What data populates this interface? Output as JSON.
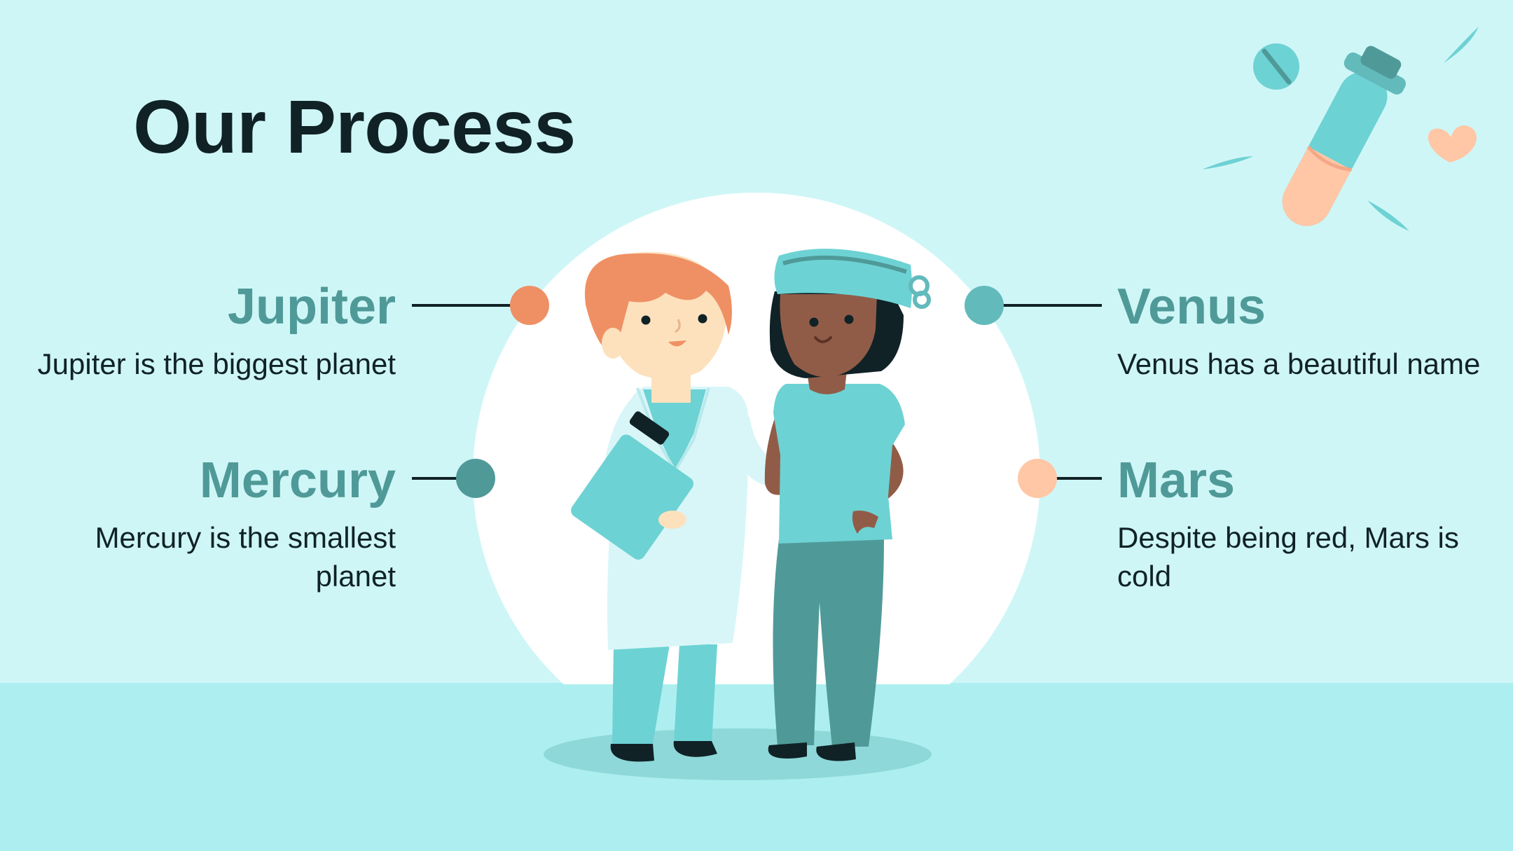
{
  "slide": {
    "title": "Our Process",
    "items": {
      "jupiter": {
        "title": "Jupiter",
        "description": "Jupiter is the biggest planet"
      },
      "mercury": {
        "title": "Mercury",
        "description": "Mercury is the smallest planet"
      },
      "venus": {
        "title": "Venus",
        "description": "Venus has a beautiful name"
      },
      "mars": {
        "title": "Mars",
        "description": "Despite being red, Mars is cold"
      }
    }
  },
  "colors": {
    "background": "#cff6f7",
    "floor": "#adeff0",
    "heading": "#4f9a98",
    "text": "#102226",
    "dot_orange": "#ef9064",
    "dot_teal_dark": "#4f9a98",
    "dot_teal_light": "#62babb",
    "dot_peach": "#ffc7a6"
  },
  "icons": [
    "pill-icon",
    "test-tube-icon",
    "heart-icon",
    "doctor-illustration",
    "nurse-illustration"
  ]
}
